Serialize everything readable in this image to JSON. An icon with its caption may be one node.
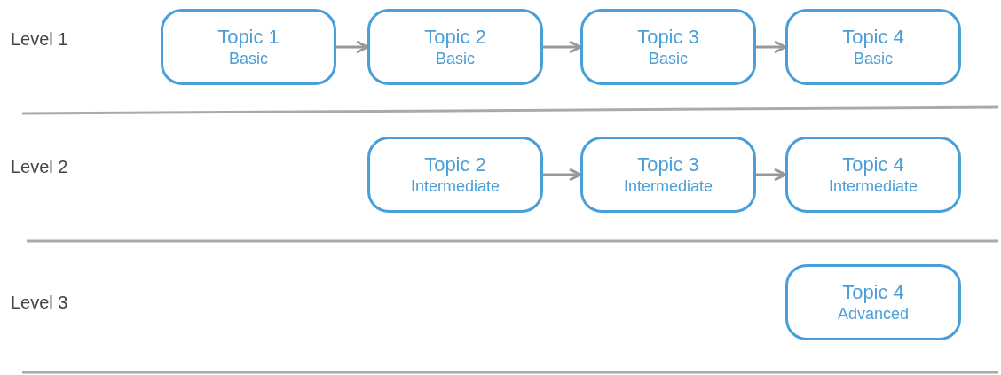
{
  "diagram": {
    "nodes": [
      {
        "text": [
          "Topic 1",
          "Basic"
        ]
      },
      {
        "text": [
          "Topic 2",
          "Basic"
        ]
      },
      {
        "text": [
          "Topic 3",
          "Basic"
        ]
      },
      {
        "text": [
          "Topic 4",
          "Basic"
        ]
      },
      {
        "text": [
          "Topic 2",
          "Intermediate"
        ]
      },
      {
        "text": [
          "Topic 3",
          "Intermediate"
        ]
      },
      {
        "text": [
          "Topic 4",
          "Intermediate"
        ]
      },
      {
        "text": [
          "Topic 4",
          "Advanced"
        ]
      }
    ],
    "edges": [
      {
        "from": 0,
        "to": 1,
        "arrow": "to"
      },
      {
        "from": 1,
        "to": 2,
        "arrow": "to"
      },
      {
        "from": 2,
        "to": 3,
        "arrow": "to"
      },
      {
        "from": 4,
        "to": 5,
        "arrow": "to"
      },
      {
        "from": 5,
        "to": 6,
        "arrow": "to"
      }
    ],
    "labels": [
      "Level 1",
      "Level 2",
      "Level 3"
    ]
  }
}
